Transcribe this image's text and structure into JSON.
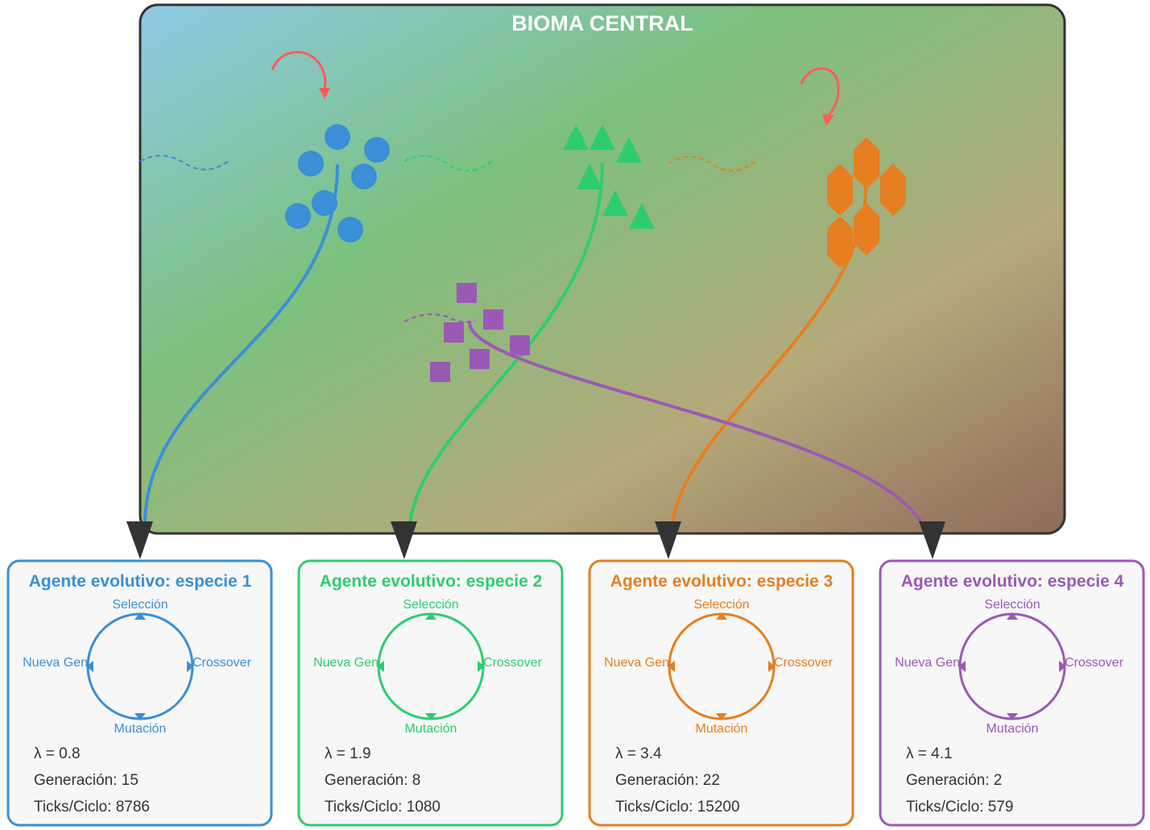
{
  "biome": {
    "title": "BIOMA CENTRAL",
    "gradient_colors": [
      "#8ecae6",
      "#7bc17e",
      "#b5a97a",
      "#8e6b5a"
    ]
  },
  "cycle_labels": {
    "top": "Selección",
    "right": "Crossover",
    "bottom": "Mutación",
    "left": "Nueva Gen"
  },
  "colors": {
    "rotation_arrow": "#ff5a5a",
    "flow_arrow": "#333333",
    "panel_bg": "#f7f7f7",
    "stats_text": "#333333"
  },
  "species": [
    {
      "title": "Agente evolutivo: especie 1",
      "color": "#3a8fd6",
      "shape": "circle",
      "lambda": "λ = 0.8",
      "generation": "Generación: 15",
      "ticks": "Ticks/Ciclo: 8786"
    },
    {
      "title": "Agente evolutivo: especie 2",
      "color": "#2ecc71",
      "shape": "triangle",
      "lambda": "λ = 1.9",
      "generation": "Generación: 8",
      "ticks": "Ticks/Ciclo: 1080"
    },
    {
      "title": "Agente evolutivo: especie 3",
      "color": "#e67e22",
      "shape": "hexagon",
      "lambda": "λ = 3.4",
      "generation": "Generación: 22",
      "ticks": "Ticks/Ciclo: 15200"
    },
    {
      "title": "Agente evolutivo: especie 4",
      "color": "#9b59b6",
      "shape": "square",
      "lambda": "λ = 4.1",
      "generation": "Generación: 2",
      "ticks": "Ticks/Ciclo: 579"
    }
  ]
}
